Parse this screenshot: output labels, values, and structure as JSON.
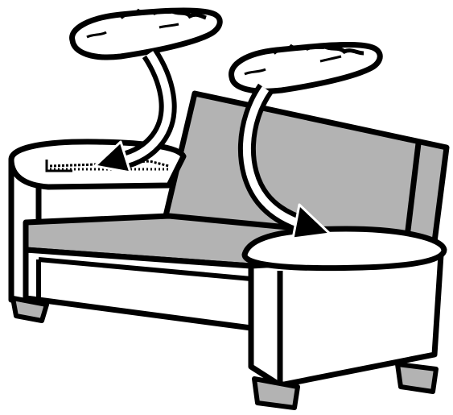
{
  "illustration": {
    "subject": "sofa",
    "steps": [
      {
        "id": "left-armrest-cushion",
        "action": "place-on-armrest"
      },
      {
        "id": "right-armrest-cushion",
        "action": "place-on-armrest"
      }
    ]
  },
  "colors": {
    "outline": "#000000",
    "seat_gray": "#b3b3b3",
    "back_gray": "#b3b3b3",
    "leg_gray": "#b3b3b3",
    "white": "#ffffff"
  },
  "icons": [
    "curved-down-arrow-icon",
    "curved-down-arrow-icon"
  ]
}
